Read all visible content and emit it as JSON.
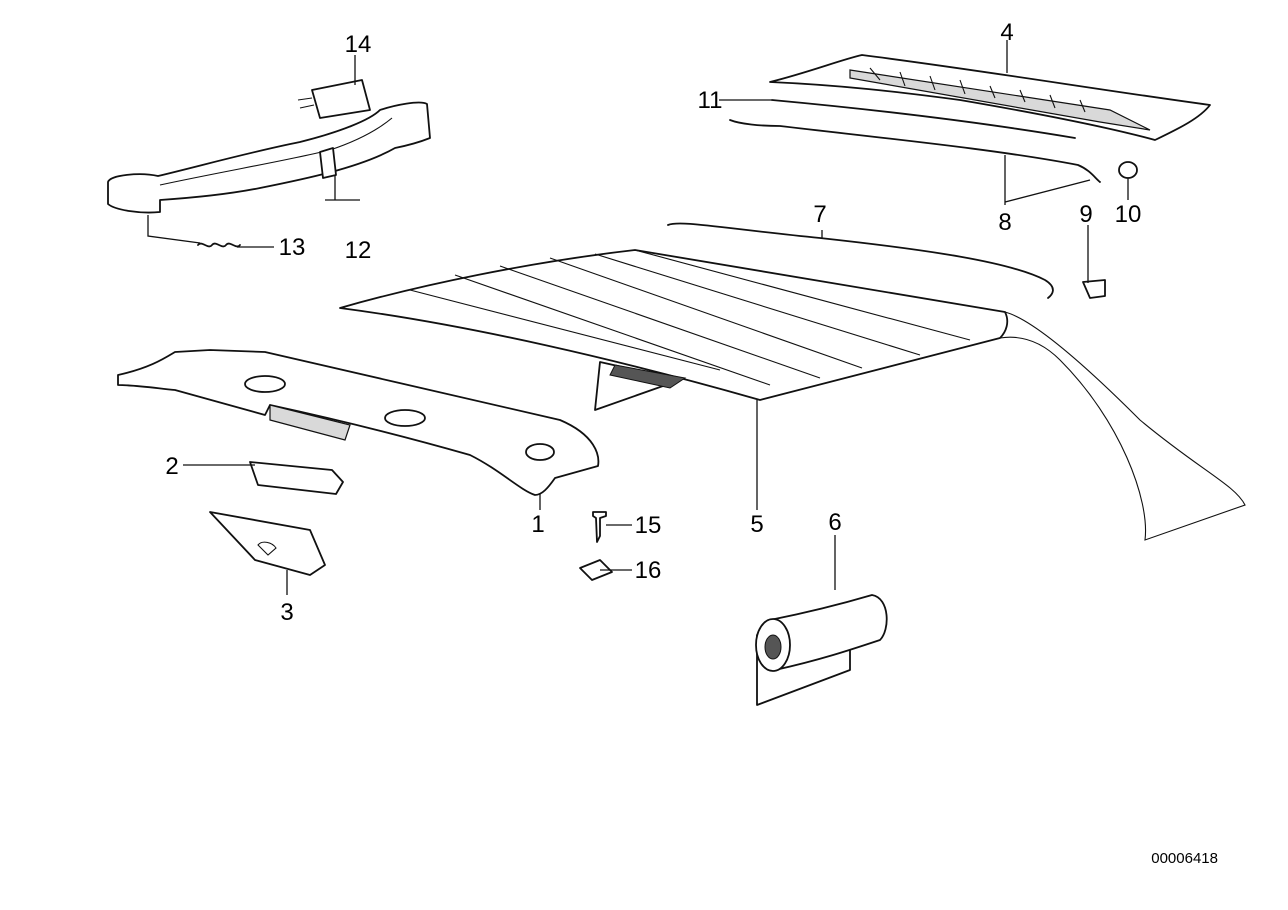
{
  "diagram": {
    "reference_number": "00006418",
    "callouts": [
      "1",
      "2",
      "3",
      "4",
      "5",
      "6",
      "7",
      "8",
      "9",
      "10",
      "11",
      "12",
      "13",
      "14",
      "15",
      "16"
    ]
  }
}
